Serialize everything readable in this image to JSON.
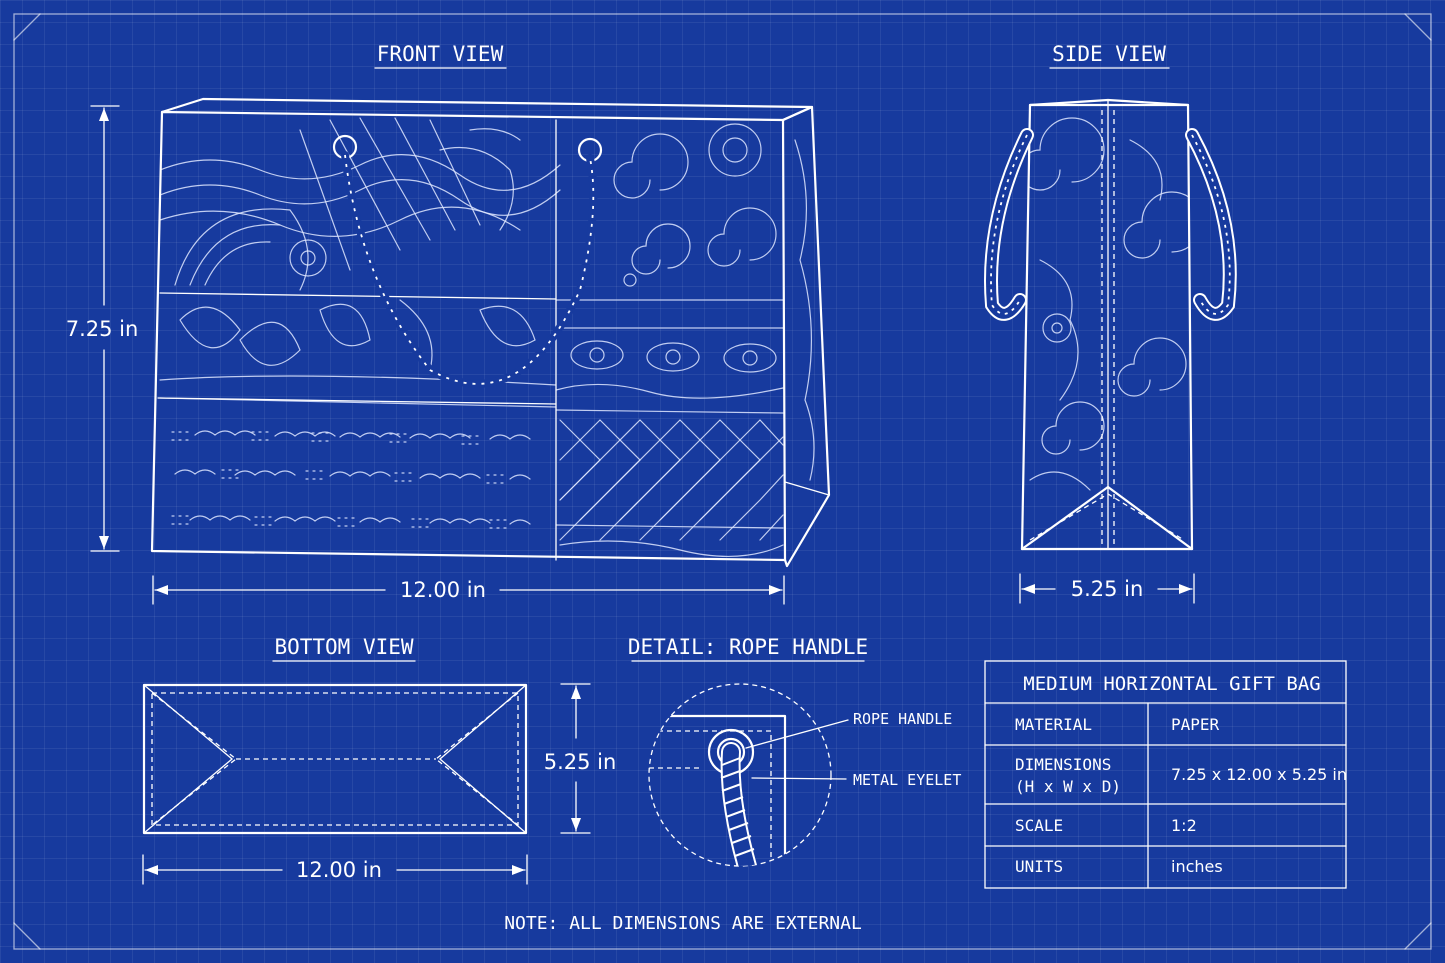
{
  "views": {
    "front": {
      "title": "FRONT VIEW",
      "height_label": "7.25 in",
      "width_label": "12.00 in"
    },
    "side": {
      "title": "SIDE VIEW",
      "depth_label": "5.25 in"
    },
    "bottom": {
      "title": "BOTTOM VIEW",
      "width_label": "12.00 in",
      "depth_label": "5.25 in"
    },
    "detail": {
      "title": "DETAIL: ROPE HANDLE",
      "callout_1": "ROPE HANDLE",
      "callout_2": "METAL EYELET"
    }
  },
  "spec_table": {
    "title": "MEDIUM HORIZONTAL GIFT BAG",
    "rows": [
      {
        "label": "MATERIAL",
        "label_2": "",
        "value": "PAPER"
      },
      {
        "label": "DIMENSIONS",
        "label_2": "(H x W x D)",
        "value": "7.25 x 12.00 x 5.25 in"
      },
      {
        "label": "SCALE",
        "label_2": "",
        "value": "1:2"
      },
      {
        "label": "UNITS",
        "label_2": "",
        "value": "inches"
      }
    ]
  },
  "note": "NOTE: ALL DIMENSIONS ARE EXTERNAL",
  "colors": {
    "background": "#173a9e",
    "line": "#ffffff"
  }
}
